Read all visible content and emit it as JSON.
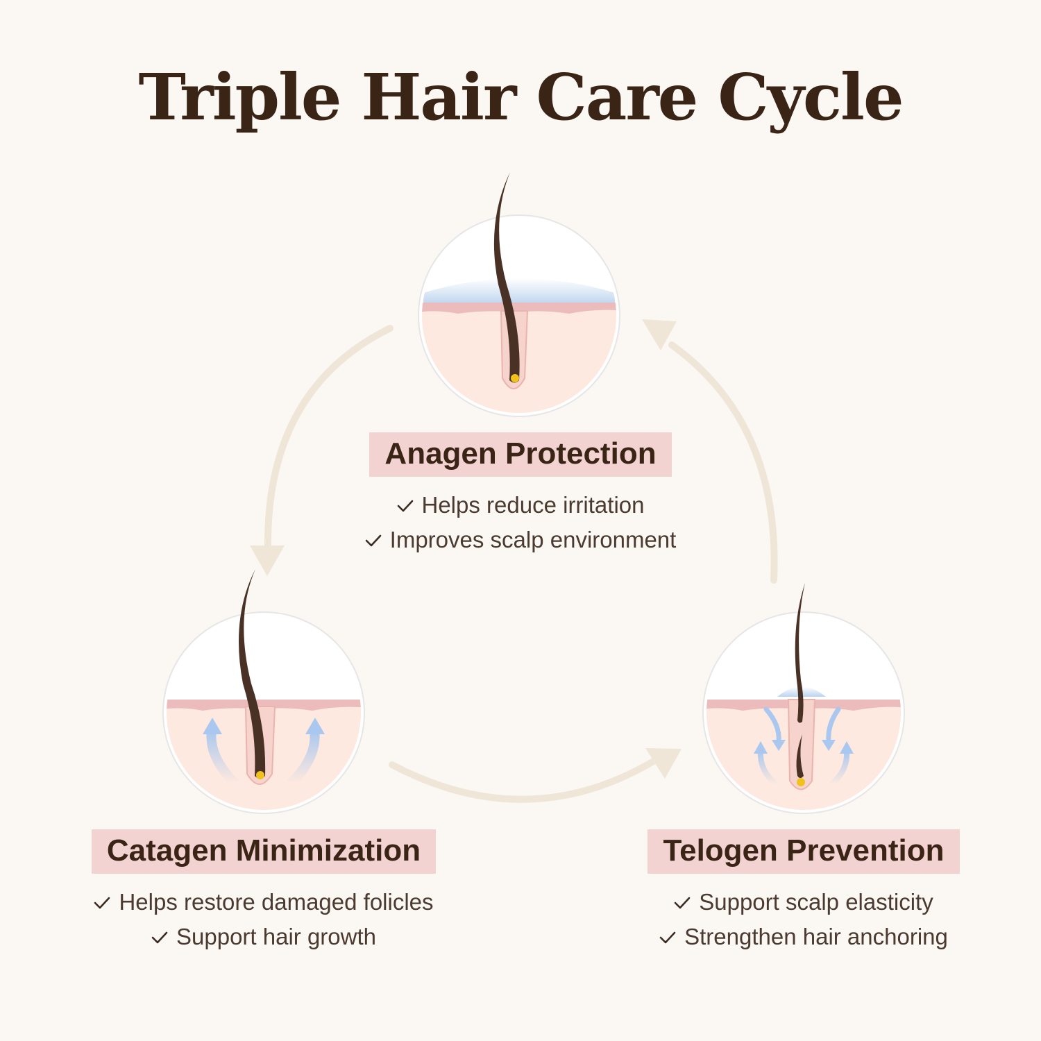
{
  "title": "Triple Hair Care Cycle",
  "colors": {
    "background": "#fbf7f3",
    "title_text": "#3a2415",
    "label_background": "#f3d2d2",
    "skin_top": "#ebbcbb",
    "skin_body": "#fde9df",
    "hair": "#4a3125",
    "bulb": "#f2c21c",
    "cycle_arrow": "#efe6d8",
    "flow_arrow": "#a9c7ef"
  },
  "stages": [
    {
      "title": "Anagen Protection",
      "icon": "hair-follicle-protected-icon",
      "benefits": [
        "Helps reduce irritation",
        "Improves scalp environment"
      ]
    },
    {
      "title": "Catagen Minimization",
      "icon": "hair-follicle-upward-flow-icon",
      "benefits": [
        "Helps restore damaged folicles",
        "Support hair growth"
      ]
    },
    {
      "title": "Telogen Prevention",
      "icon": "hair-follicle-anchoring-icon",
      "benefits": [
        "Support scalp elasticity",
        "Strengthen hair anchoring"
      ]
    }
  ],
  "icons": {
    "check": "check-icon",
    "cycle_arrows": "cycle-arrow-icon"
  }
}
